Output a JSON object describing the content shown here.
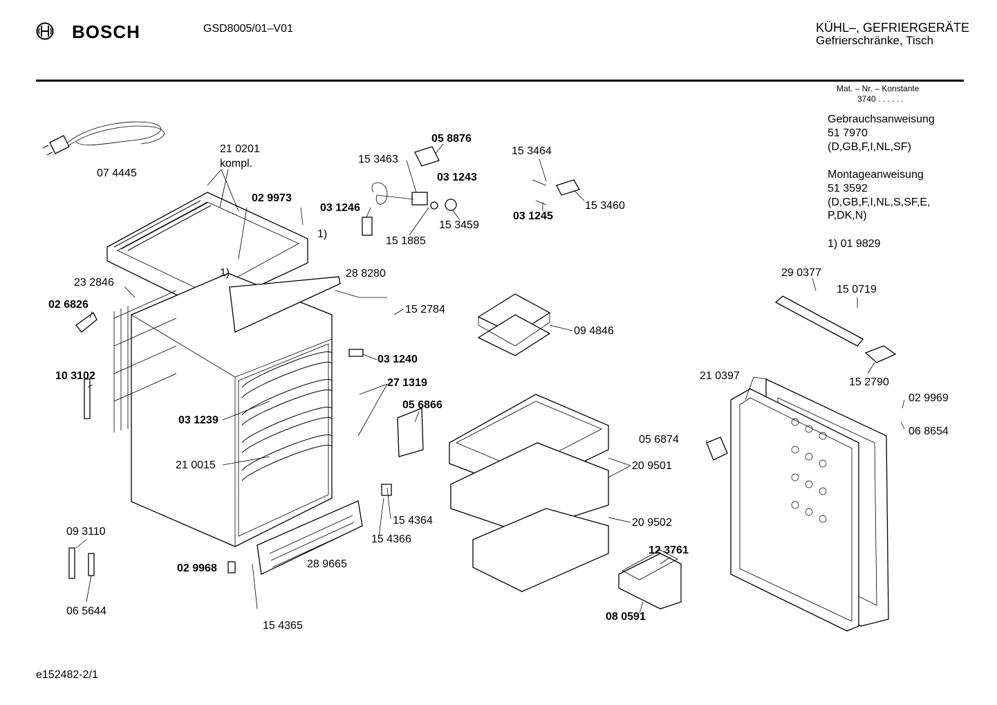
{
  "header": {
    "brand": "BOSCH",
    "model": "GSD8005/01–V01",
    "category_line1": "KÜHL–, GEFRIERGERÄTE",
    "category_line2": "Gefrierschränke, Tisch"
  },
  "sidebar": {
    "mat_label": "Mat. – Nr. – Konstante",
    "mat_value": "3740 . . . . . .",
    "manual_title": "Gebrauchsanweisung",
    "manual_number": "51 7970",
    "manual_langs": "(D,GB,F,I,NL,SF)",
    "mount_title": "Montageanweisung",
    "mount_number": "51 3592",
    "mount_langs_1": "(D,GB,F,I,NL,S,SF,E,",
    "mount_langs_2": "P,DK,N)",
    "footnote": "1)  01 9829"
  },
  "footer": {
    "doc_id": "e152482-2/1"
  },
  "labels": {
    "p074445": "07 4445",
    "p210201": "21 0201",
    "kompl": "kompl.",
    "p029973": "02 9973",
    "fn1a": "1)",
    "fn1b": "1)",
    "p232846": "23 2846",
    "p026826": "02 6826",
    "p103102": "10 3102",
    "p288280": "28 8280",
    "p152784": "15 2784",
    "p031240": "03 1240",
    "p271319": "27 1319",
    "p031239": "03 1239",
    "p210015": "21 0015",
    "p056866": "05 6866",
    "p093110": "09 3110",
    "p065644": "06 5644",
    "p029968": "02 9968",
    "p289665": "28 9665",
    "p154365": "15 4365",
    "p154364": "15 4364",
    "p154366": "15 4366",
    "p058876": "05 8876",
    "p153463": "15 3463",
    "p031243": "03 1243",
    "p031246": "03 1246",
    "p151885": "15 1885",
    "p153459": "15 3459",
    "p153464": "15 3464",
    "p153460": "15 3460",
    "p031245": "03 1245",
    "p094846": "09 4846",
    "p209501": "20 9501",
    "p209502": "20 9502",
    "p123761": "12 3761",
    "p080591": "08 0591",
    "p056874": "05 6874",
    "p290377": "29 0377",
    "p150719": "15 0719",
    "p210397": "21 0397",
    "p152790": "15 2790",
    "p029969": "02 9969",
    "p068654": "06 8654"
  }
}
